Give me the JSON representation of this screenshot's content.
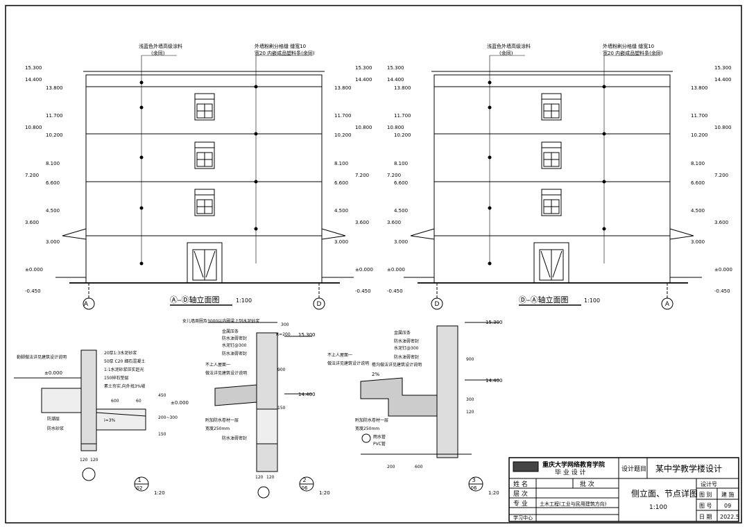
{
  "elevation_left": {
    "title": "Ⓐ–Ⓓ轴立面图",
    "scale": "1:100",
    "axis_start": "A",
    "axis_end": "D",
    "note_left": "浅蓝色外墙高级涂料",
    "note_left_sub": "(余同)",
    "note_right": "外墙粉刷分格缝 缝宽10",
    "note_right_sub": "宽20 内嵌成品塑料条(余同)",
    "levels_left": [
      "15.300",
      "14.400",
      "13.800",
      "11.700",
      "10.800",
      "10.200",
      "8.100",
      "7.200",
      "6.600",
      "4.500",
      "3.600",
      "3.000",
      "±0.000",
      "-0.450"
    ],
    "levels_right": [
      "15.300",
      "14.400",
      "13.800",
      "11.700",
      "10.800",
      "10.200",
      "8.100",
      "7.200",
      "6.600",
      "4.500",
      "3.600",
      "3.000",
      "±0.000",
      "-0.450"
    ]
  },
  "elevation_right": {
    "title": "Ⓓ–Ⓐ轴立面图",
    "scale": "1:100",
    "axis_start": "D",
    "axis_end": "A",
    "note_left": "浅蓝色外墙高级涂料",
    "note_left_sub": "(余同)",
    "note_right": "外墙粉刷分格缝 缝宽10",
    "note_right_sub": "宽20 内嵌成品塑料条(余同)"
  },
  "detail1": {
    "num": "1",
    "sheet": "02",
    "scale": "1:20",
    "notes": [
      "勒脚做法详见建筑设计说明",
      "20厚1:3水泥砂浆",
      "50厚 C20 细石混凝土",
      "1:1水泥砂浆压实赶光",
      "150碎石垫层",
      "素土夯实,向外找3%坡"
    ],
    "level": "±0.000",
    "level2": "±0.000",
    "dims": [
      "600",
      "60",
      "450",
      "200~300",
      "150",
      "120",
      "120"
    ],
    "labels": [
      "防潮层",
      "防水砂浆"
    ],
    "slope": "i=3%"
  },
  "detail2": {
    "num": "2",
    "sheet": "06",
    "scale": "1:20",
    "notes": [
      "女儿墙周圈及3000以内圈梁上列水泥砂浆",
      "金属压条",
      "防水油膏密封",
      "水泥钉@300",
      "防水油膏密封",
      "不上人屋面一",
      "做法详见建筑设计说明",
      "附加防水卷材一层",
      "宽度250mm",
      "防水油膏密封"
    ],
    "level_top": "15.300",
    "level_mid": "14.400",
    "dims": [
      "300",
      "900",
      "150",
      "120",
      "120",
      "R=200"
    ]
  },
  "detail3": {
    "num": "3",
    "sheet": "06",
    "scale": "1:20",
    "notes": [
      "金属压条",
      "防水油膏密封",
      "水泥钉@300",
      "防水油膏密封",
      "不上人屋面一",
      "做法详见建筑设计说明",
      "檐沟做法详见建筑设计说明",
      "附加防水卷材一层",
      "宽度250mm",
      "雨水管",
      "PVC管"
    ],
    "level_top": "15.300",
    "level_mid": "14.400",
    "slope": "2%",
    "dims": [
      "900",
      "300",
      "120",
      "200",
      "600"
    ]
  },
  "title_block": {
    "school": "重庆大学网络教育学院",
    "subtitle": "毕 业 设 计",
    "name_label": "姓 名",
    "approve_label": "批 次",
    "level_label": "层 次",
    "major_label": "专 业",
    "major_value": "土木工程(工业与民用建筑方向)",
    "center_label": "学习中心",
    "project_label": "设计题目",
    "project_value": "某中学教学楼设计",
    "drawing_name": "侧立面、节点详图",
    "drawing_scale": "1:100",
    "design_no_label": "设计号",
    "category_label": "图 别",
    "category_value": "建 施",
    "sheet_label": "图 号",
    "sheet_value": "09",
    "date_label": "日 期",
    "date_value": "2022.5"
  }
}
